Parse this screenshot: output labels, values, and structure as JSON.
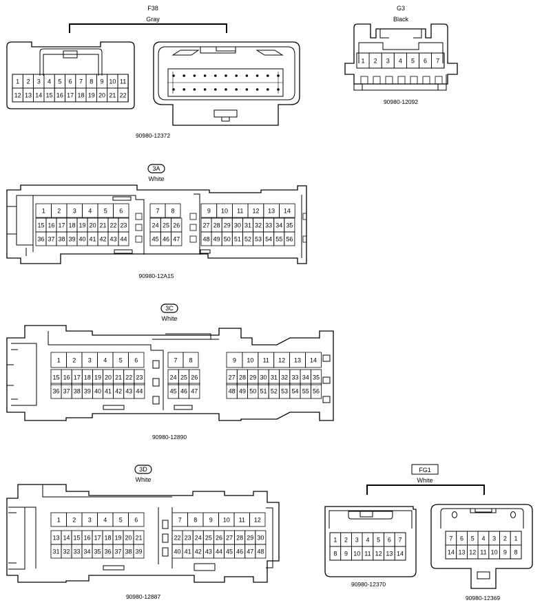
{
  "connectors": {
    "f38": {
      "code": "F38",
      "color": "Gray",
      "part_number": "90980-12372",
      "pins_row1": [
        "1",
        "2",
        "3",
        "4",
        "5",
        "6",
        "7",
        "8",
        "9",
        "10",
        "11"
      ],
      "pins_row2": [
        "12",
        "13",
        "14",
        "15",
        "16",
        "17",
        "18",
        "19",
        "20",
        "21",
        "22"
      ]
    },
    "g3": {
      "code": "G3",
      "color": "Black",
      "part_number": "90980-12092",
      "pins_row1": [
        "1",
        "2",
        "3",
        "4",
        "5",
        "6",
        "7"
      ]
    },
    "c3a": {
      "code": "3A",
      "color": "White",
      "part_number": "90980-12A15",
      "blocks": [
        {
          "rows": [
            [
              "1",
              "2",
              "3",
              "4",
              "5",
              "6"
            ],
            [
              "15",
              "16",
              "17",
              "18",
              "19",
              "20",
              "21",
              "22",
              "23"
            ],
            [
              "36",
              "37",
              "38",
              "39",
              "40",
              "41",
              "42",
              "43",
              "44"
            ]
          ]
        },
        {
          "rows": [
            [
              "7",
              "8"
            ],
            [
              "24",
              "25",
              "26"
            ],
            [
              "45",
              "46",
              "47"
            ]
          ]
        },
        {
          "rows": [
            [
              "9",
              "10",
              "11",
              "12",
              "13",
              "14"
            ],
            [
              "27",
              "28",
              "29",
              "30",
              "31",
              "32",
              "33",
              "34",
              "35"
            ],
            [
              "48",
              "49",
              "50",
              "51",
              "52",
              "53",
              "54",
              "55",
              "56"
            ]
          ]
        }
      ]
    },
    "c3c": {
      "code": "3C",
      "color": "White",
      "part_number": "90980-12890",
      "blocks": [
        {
          "rows": [
            [
              "1",
              "2",
              "3",
              "4",
              "5",
              "6"
            ],
            [
              "15",
              "16",
              "17",
              "18",
              "19",
              "20",
              "21",
              "22",
              "23"
            ],
            [
              "36",
              "37",
              "38",
              "39",
              "40",
              "41",
              "42",
              "43",
              "44"
            ]
          ]
        },
        {
          "rows": [
            [
              "7",
              "8"
            ],
            [
              "24",
              "25",
              "26"
            ],
            [
              "45",
              "46",
              "47"
            ]
          ]
        },
        {
          "rows": [
            [
              "9",
              "10",
              "11",
              "12",
              "13",
              "14"
            ],
            [
              "27",
              "28",
              "29",
              "30",
              "31",
              "32",
              "33",
              "34",
              "35"
            ],
            [
              "48",
              "49",
              "50",
              "51",
              "52",
              "53",
              "54",
              "55",
              "56"
            ]
          ]
        }
      ]
    },
    "c3d": {
      "code": "3D",
      "color": "White",
      "part_number": "90980-12887",
      "blocks": [
        {
          "rows": [
            [
              "1",
              "2",
              "3",
              "4",
              "5",
              "6"
            ],
            [
              "13",
              "14",
              "15",
              "16",
              "17",
              "18",
              "19",
              "20",
              "21"
            ],
            [
              "31",
              "32",
              "33",
              "34",
              "35",
              "36",
              "37",
              "38",
              "39"
            ]
          ]
        },
        {
          "rows": [
            [
              "7",
              "8",
              "9",
              "10",
              "11",
              "12"
            ],
            [
              "22",
              "23",
              "24",
              "25",
              "26",
              "27",
              "28",
              "29",
              "30"
            ],
            [
              "40",
              "41",
              "42",
              "43",
              "44",
              "45",
              "46",
              "47",
              "48"
            ]
          ]
        }
      ]
    },
    "fg1": {
      "code": "FG1",
      "color": "White",
      "part_number_left": "90980-12370",
      "part_number_right": "90980-12369",
      "left_row1": [
        "1",
        "2",
        "3",
        "4",
        "5",
        "6",
        "7"
      ],
      "left_row2": [
        "8",
        "9",
        "10",
        "11",
        "12",
        "13",
        "14"
      ],
      "right_row1": [
        "7",
        "6",
        "5",
        "4",
        "3",
        "2",
        "1"
      ],
      "right_row2": [
        "14",
        "13",
        "12",
        "11",
        "10",
        "9",
        "8"
      ]
    }
  }
}
